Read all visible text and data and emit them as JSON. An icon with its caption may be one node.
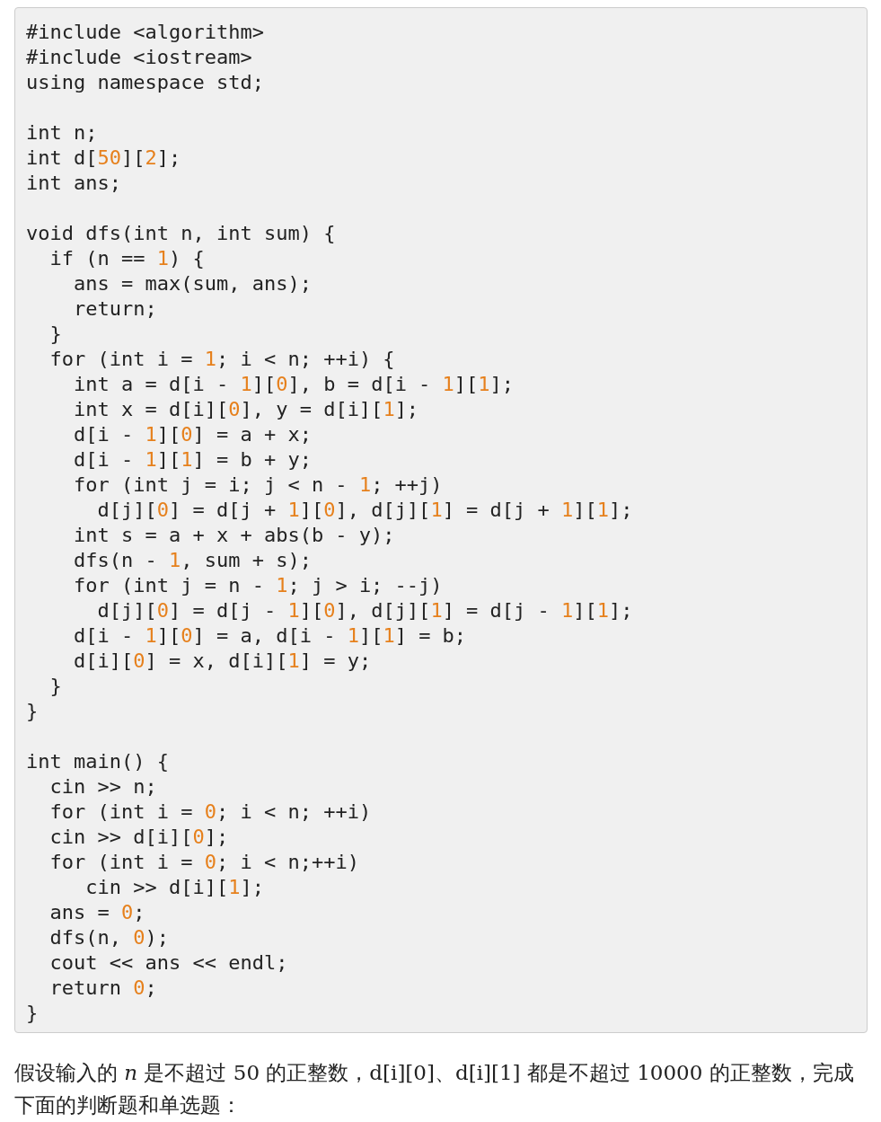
{
  "diagram": {
    "nodes": [
      {
        "text": [
          "#include <algorithm>",
          "#include <iostream>",
          "using namespace std;",
          "int n;",
          "int d[50][2];",
          "int ans;",
          "void dfs(int n, int sum) {",
          "  if (n == 1) {",
          "    ans = max(sum, ans);",
          "    return;",
          "  }",
          "  for (int i = 1; i < n; ++i) {",
          "    int a = d[i - 1][0], b = d[i - 1][1];",
          "    int x = d[i][0], y = d[i][1];",
          "    d[i - 1][0] = a + x;",
          "    d[i - 1][1] = b + y;",
          "    for (int j = i; j < n - 1; ++j)",
          "      d[j][0] = d[j + 1][0], d[j][1] = d[j + 1][1];",
          "    int s = a + x + abs(b - y);",
          "    dfs(n - 1, sum + s);",
          "    for (int j = n - 1; j > i; --j)",
          "      d[j][0] = d[j - 1][0], d[j][1] = d[j - 1][1];",
          "    d[i - 1][0] = a, d[i - 1][1] = b;",
          "    d[i][0] = x, d[i][1] = y;",
          "  }",
          "}",
          "int main() {",
          "  cin >> n;",
          "  for (int i = 0; i < n; ++i)",
          "  cin >> d[i][0];",
          "  for (int i = 0; i < n;++i)",
          "     cin >> d[i][1];",
          "  ans = 0;",
          "  dfs(n, 0);",
          "  cout << ans << endl;",
          "  return 0;",
          "}"
        ]
      }
    ],
    "labels": [
      "假设输入的 *n* 是不超过 50 的正整数，d[i][0]、d[i][1] 都是不超过 10000 的正整数，完成下面的判断题和单选题："
    ]
  }
}
